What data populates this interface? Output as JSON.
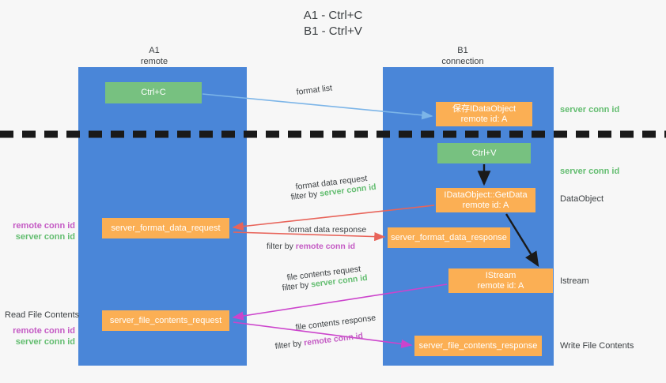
{
  "title": {
    "line1": "A1 - Ctrl+C",
    "line2": "B1 - Ctrl+V"
  },
  "colors": {
    "background": "#f7f7f7",
    "lane": "#4a86d8",
    "node_green": "#77c180",
    "node_orange": "#fbaf54",
    "conn_green": "#63bd70",
    "conn_purple": "#c45ac4",
    "arrow_blue": "#7cb5e8",
    "arrow_red": "#e8645a",
    "arrow_magenta": "#cc44cc",
    "arrow_black": "#1a1a1a",
    "text": "#3c4043"
  },
  "lanes": [
    {
      "name": "a1",
      "title": "A1",
      "subtitle": "remote"
    },
    {
      "name": "b1",
      "title": "B1",
      "subtitle": "connection"
    }
  ],
  "nodes": {
    "ctrl_c": {
      "label": "Ctrl+C",
      "kind": "green"
    },
    "ole_dataobject": {
      "label": "保存IDataObject",
      "label2": "remote id: A",
      "kind": "orange"
    },
    "ctrl_v": {
      "label": "Ctrl+V",
      "kind": "green"
    },
    "getdata": {
      "label": "IDataObject::GetData",
      "label2": "remote id: A",
      "kind": "orange"
    },
    "server_format_data_request": {
      "label": "server_format_data_request",
      "kind": "orange"
    },
    "server_format_data_response": {
      "label": "server_format_data_response",
      "kind": "orange"
    },
    "istream": {
      "label": "IStream",
      "label2": "remote id: A",
      "kind": "orange"
    },
    "server_file_contents_request": {
      "label": "server_file_contents_request",
      "kind": "orange"
    },
    "server_file_contents_response": {
      "label": "server_file_contents_response",
      "kind": "orange"
    }
  },
  "edge_labels": {
    "format_list": "format list",
    "format_data_request": "format data request",
    "format_data_request_filter_prefix": "filter by ",
    "format_data_request_filter_value": "server conn id",
    "format_data_response": "format data response",
    "format_data_response_filter_prefix": "filter by ",
    "format_data_response_filter_value": "remote conn id",
    "file_contents_request": "file contents request",
    "file_contents_request_filter_prefix": "filter by ",
    "file_contents_request_filter_value": "server conn id",
    "file_contents_response": "file contents response",
    "file_contents_response_filter_prefix": "filter by ",
    "file_contents_response_filter_value": "remote conn id"
  },
  "right_labels": {
    "server_conn_id_1": "server conn id",
    "server_conn_id_2": "server conn id",
    "dataobject": "DataObject",
    "istream": "Istream",
    "write_file_contents": "Write File Contents"
  },
  "left_labels": {
    "remote_conn_id_1": "remote conn id",
    "server_conn_id_1": "server conn id",
    "read_file_contents": "Read File Contents",
    "remote_conn_id_2": "remote conn id",
    "server_conn_id_2": "server conn id"
  }
}
